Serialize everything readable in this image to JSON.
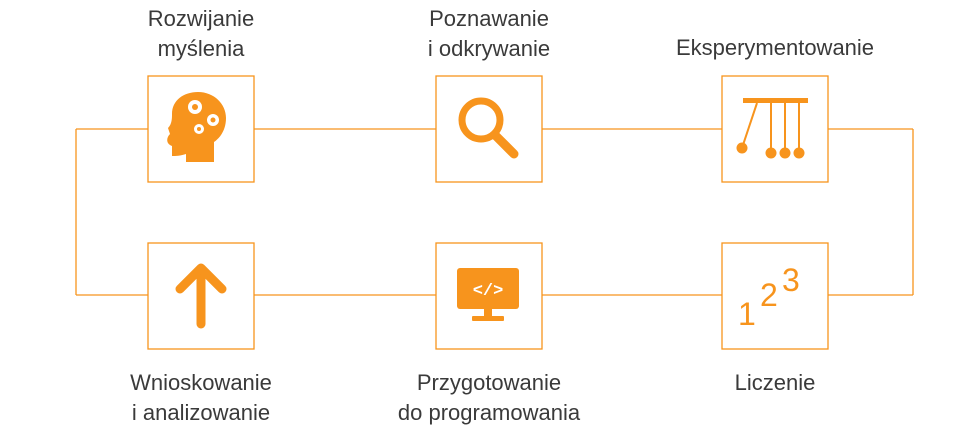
{
  "colors": {
    "accent": "#f7941d",
    "text": "#3a3a3a",
    "background": "#ffffff"
  },
  "steps": [
    {
      "id": "thinking",
      "icon": "head-gears-icon",
      "lines": [
        "Rozwijanie",
        "myślenia"
      ]
    },
    {
      "id": "discovering",
      "icon": "magnifier-icon",
      "lines": [
        "Poznawanie",
        "i odkrywanie"
      ]
    },
    {
      "id": "experimenting",
      "icon": "newtons-cradle-icon",
      "lines": [
        "Eksperymentowanie"
      ]
    },
    {
      "id": "concluding",
      "icon": "arrow-up-icon",
      "lines": [
        "Wnioskowanie",
        "i analizowanie"
      ]
    },
    {
      "id": "programming",
      "icon": "monitor-code-icon",
      "lines": [
        "Przygotowanie",
        "do programowania"
      ]
    },
    {
      "id": "counting",
      "icon": "numbers-123-icon",
      "lines": [
        "Liczenie"
      ]
    }
  ],
  "icon_text": {
    "code": "</>",
    "digits": [
      "1",
      "2",
      "3"
    ]
  }
}
